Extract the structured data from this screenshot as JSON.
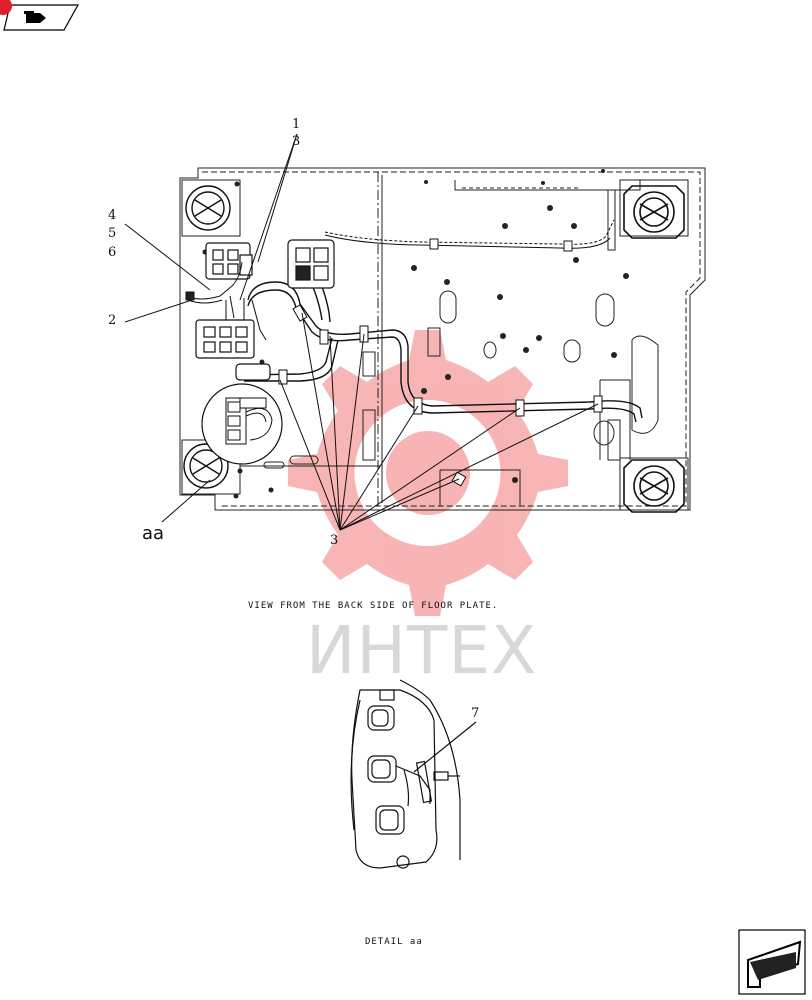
{
  "navigation": {
    "prev_icon": "arrow-left-nav-icon",
    "next_icon": "arrow-right-down-nav-icon",
    "marker_color": "#e0202a"
  },
  "watermark": {
    "text": "ИНТЕХ",
    "gear_color": "#f7a8a8",
    "text_color": "#d8d8d8"
  },
  "main_view": {
    "caption": "VIEW FROM THE BACK SIDE OF FLOOR PLATE.",
    "callouts": {
      "c1": "1",
      "c3a": "3",
      "c4": "4",
      "c5": "5",
      "c6": "6",
      "c2": "2",
      "c3b": "3"
    },
    "detail_ref": "aa"
  },
  "detail_view": {
    "caption": "DETAIL aa",
    "callout": "7"
  }
}
